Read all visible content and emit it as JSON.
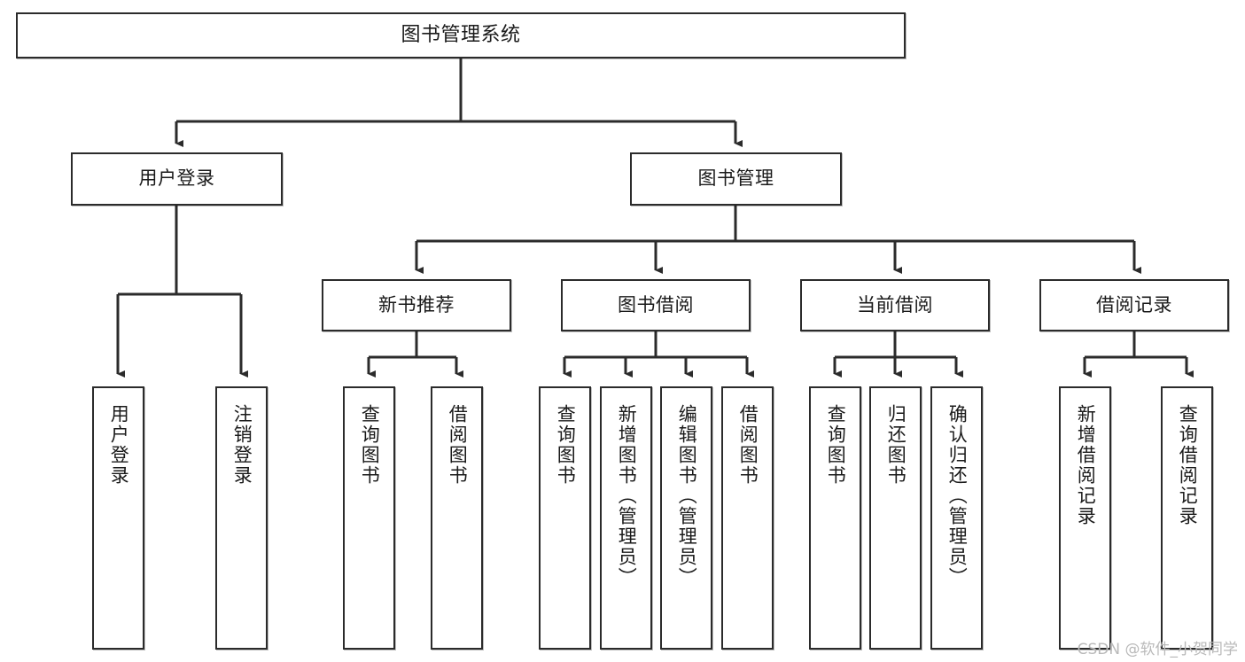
{
  "diagram": {
    "title": "图书管理系统",
    "type": "tree",
    "orientation": "top-down",
    "colors": {
      "box_border": "#2b2b2b",
      "box_fill": "#ffffff",
      "edge": "#2b2b2b",
      "text": "#1a1a1a",
      "watermark": "#b9b9b9",
      "background": "#ffffff"
    },
    "root": {
      "label": "图书管理系统"
    },
    "level1": [
      {
        "id": "user-login",
        "label": "用户登录"
      },
      {
        "id": "book-manage",
        "label": "图书管理"
      }
    ],
    "level2": [
      {
        "id": "new-book-recommend",
        "label": "新书推荐",
        "parent": "book-manage"
      },
      {
        "id": "book-borrow",
        "label": "图书借阅",
        "parent": "book-manage"
      },
      {
        "id": "current-borrow",
        "label": "当前借阅",
        "parent": "book-manage"
      },
      {
        "id": "borrow-record",
        "label": "借阅记录",
        "parent": "book-manage"
      }
    ],
    "leaves": [
      {
        "id": "leaf-user-login",
        "label": "用户登录",
        "parent": "user-login"
      },
      {
        "id": "leaf-user-logout",
        "label": "注销登录",
        "parent": "user-login"
      },
      {
        "id": "leaf-query-book-1",
        "label": "查询图书",
        "parent": "new-book-recommend"
      },
      {
        "id": "leaf-borrow-book-1",
        "label": "借阅图书",
        "parent": "new-book-recommend"
      },
      {
        "id": "leaf-query-book-2",
        "label": "查询图书",
        "parent": "book-borrow"
      },
      {
        "id": "leaf-add-book",
        "label": "新增图书（管理员）",
        "parent": "book-borrow"
      },
      {
        "id": "leaf-edit-book",
        "label": "编辑图书（管理员）",
        "parent": "book-borrow"
      },
      {
        "id": "leaf-borrow-book-2",
        "label": "借阅图书",
        "parent": "book-borrow"
      },
      {
        "id": "leaf-query-book-3",
        "label": "查询图书",
        "parent": "current-borrow"
      },
      {
        "id": "leaf-return-book",
        "label": "归还图书",
        "parent": "current-borrow"
      },
      {
        "id": "leaf-confirm-return",
        "label": "确认归还（管理员）",
        "parent": "current-borrow"
      },
      {
        "id": "leaf-add-record",
        "label": "新增借阅记录",
        "parent": "borrow-record"
      },
      {
        "id": "leaf-query-record",
        "label": "查询借阅记录",
        "parent": "borrow-record"
      }
    ],
    "watermark": "CSDN @软件_小贺同学"
  }
}
